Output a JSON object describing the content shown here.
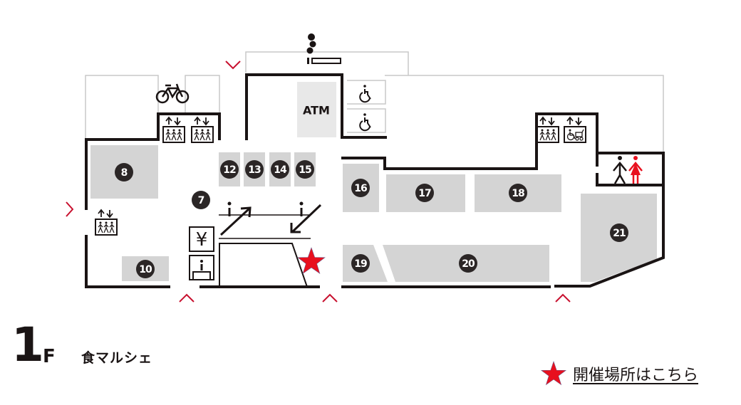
{
  "floor": {
    "number": "1",
    "suffix": "F",
    "name": "食マルシェ"
  },
  "legend": {
    "marker_icon": "red-star-icon",
    "link_label": "開催場所はこちら"
  },
  "colors": {
    "accent_red": "#e8101e",
    "wall": "#1a1414",
    "shop_fill": "#d4d4d4",
    "entrance_marker": "#c8102e",
    "womens_restroom": "#e8101e"
  },
  "facilities": {
    "atm_label": "ATM",
    "icons": [
      "bicycle-parking-icon",
      "elevator-icon",
      "accessible-elevator-icon",
      "wheelchair-parking-icon",
      "restroom-icon",
      "currency-exchange-icon",
      "information-counter-icon",
      "information-icon",
      "escalator-up-icon",
      "escalator-down-icon",
      "taxi-stand-icon",
      "entrance-marker-icon"
    ]
  },
  "shops": [
    {
      "number": "7"
    },
    {
      "number": "8"
    },
    {
      "number": "10"
    },
    {
      "number": "12"
    },
    {
      "number": "13"
    },
    {
      "number": "14"
    },
    {
      "number": "15"
    },
    {
      "number": "16"
    },
    {
      "number": "17"
    },
    {
      "number": "18"
    },
    {
      "number": "19"
    },
    {
      "number": "20"
    },
    {
      "number": "21"
    }
  ]
}
